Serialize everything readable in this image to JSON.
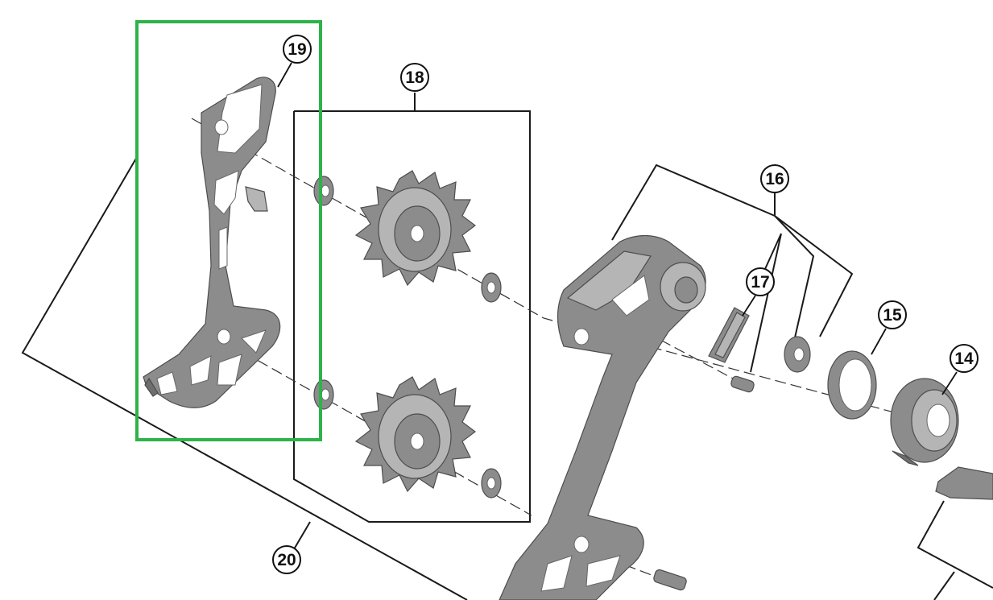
{
  "callouts": [
    {
      "id": "19",
      "label": "19"
    },
    {
      "id": "18",
      "label": "18"
    },
    {
      "id": "16",
      "label": "16"
    },
    {
      "id": "17",
      "label": "17"
    },
    {
      "id": "15",
      "label": "15"
    },
    {
      "id": "14",
      "label": "14"
    },
    {
      "id": "20",
      "label": "20"
    }
  ],
  "highlight": {
    "target": "19",
    "color": "#2db34a"
  },
  "colors": {
    "part_fill": "#8c8c8c",
    "outline": "#1a1a1a"
  }
}
